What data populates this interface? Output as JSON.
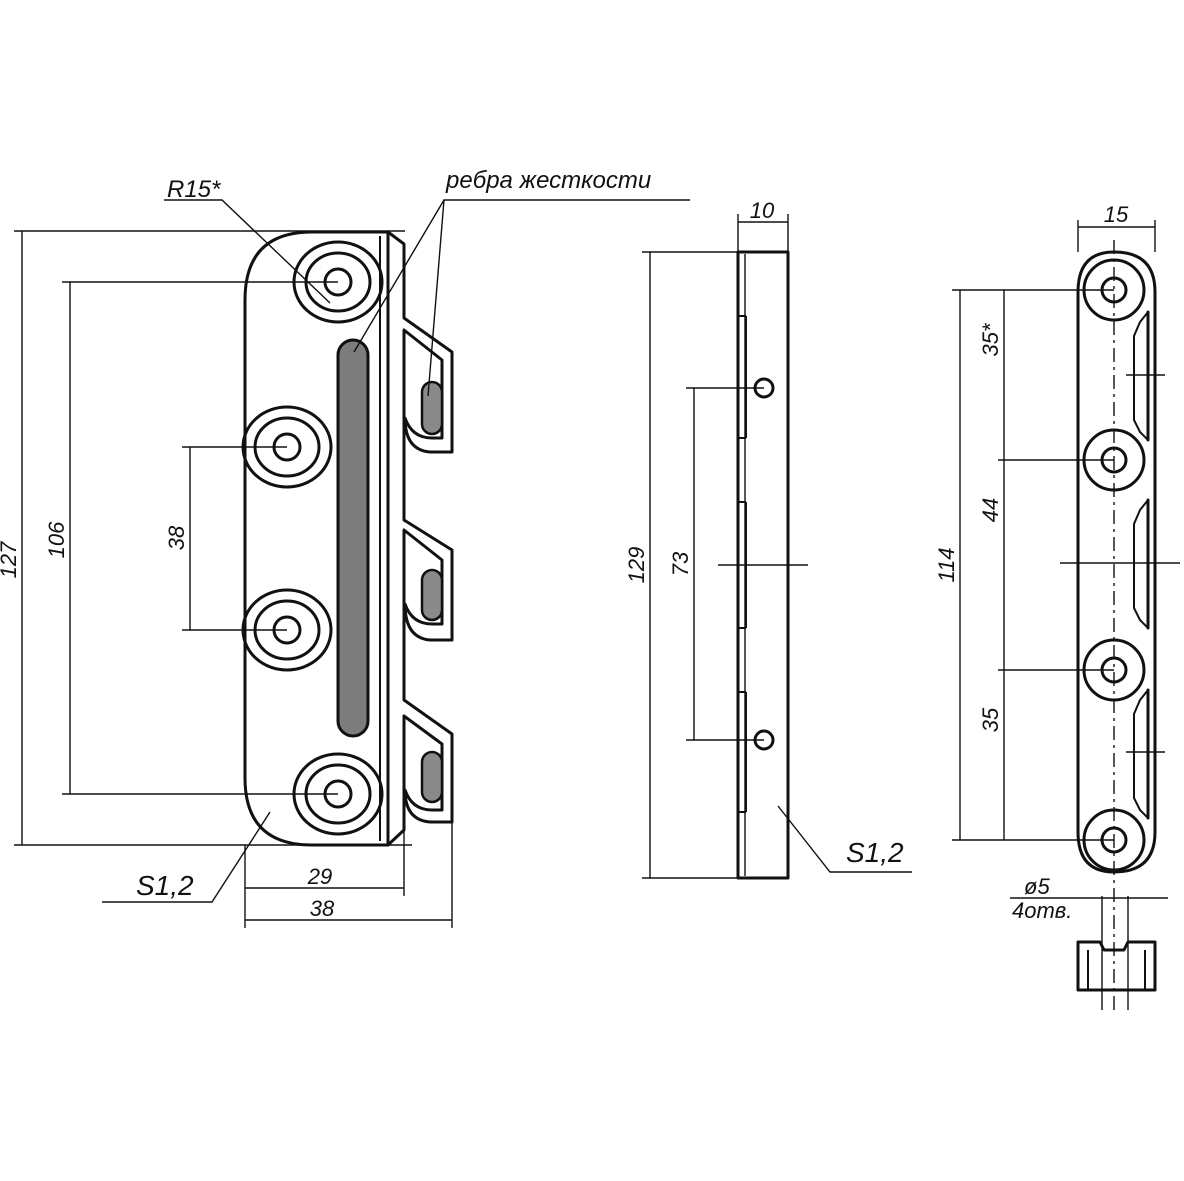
{
  "drawing": {
    "annotations": {
      "radius": "R15*",
      "ribs": "ребра жесткости",
      "thickness_front": "S1,2",
      "thickness_side": "S1,2",
      "hole_dia": "ø5",
      "hole_count": "4отв."
    },
    "dimensions": {
      "front_height": "127",
      "front_hole_span": "106",
      "front_inner_pitch": "38",
      "front_width_29": "29",
      "front_width_38": "38",
      "side_width": "10",
      "side_height": "129",
      "side_pitch": "73",
      "end_width": "15",
      "end_height": "114",
      "end_pitch_top": "35*",
      "end_pitch_mid": "44",
      "end_pitch_bottom": "35"
    }
  }
}
